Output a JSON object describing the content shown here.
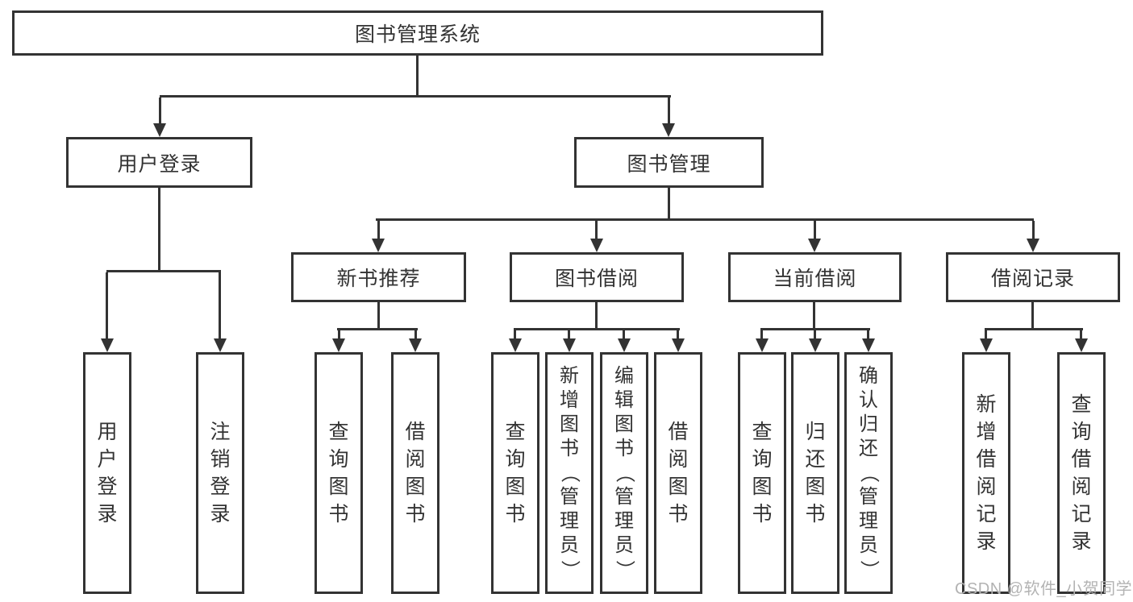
{
  "colors": {
    "line": "#333333",
    "text": "#333333",
    "watermark": "#b3b3b3",
    "background": "#ffffff"
  },
  "watermark": {
    "text": "CSDN @软件_小贺同学"
  },
  "diagram": {
    "root": {
      "label": "图书管理系统"
    },
    "branches": [
      {
        "label": "用户登录",
        "leaves": [
          "用户登录",
          "注销登录"
        ]
      },
      {
        "label": "图书管理",
        "groups": [
          {
            "label": "新书推荐",
            "leaves": [
              "查询图书",
              "借阅图书"
            ]
          },
          {
            "label": "图书借阅",
            "leaves": [
              "查询图书",
              "新增图书（管理员）",
              "编辑图书（管理员）",
              "借阅图书"
            ]
          },
          {
            "label": "当前借阅",
            "leaves": [
              "查询图书",
              "归还图书",
              "确认归还（管理员）"
            ]
          },
          {
            "label": "借阅记录",
            "leaves": [
              "新增借阅记录",
              "查询借阅记录"
            ]
          }
        ]
      }
    ]
  }
}
